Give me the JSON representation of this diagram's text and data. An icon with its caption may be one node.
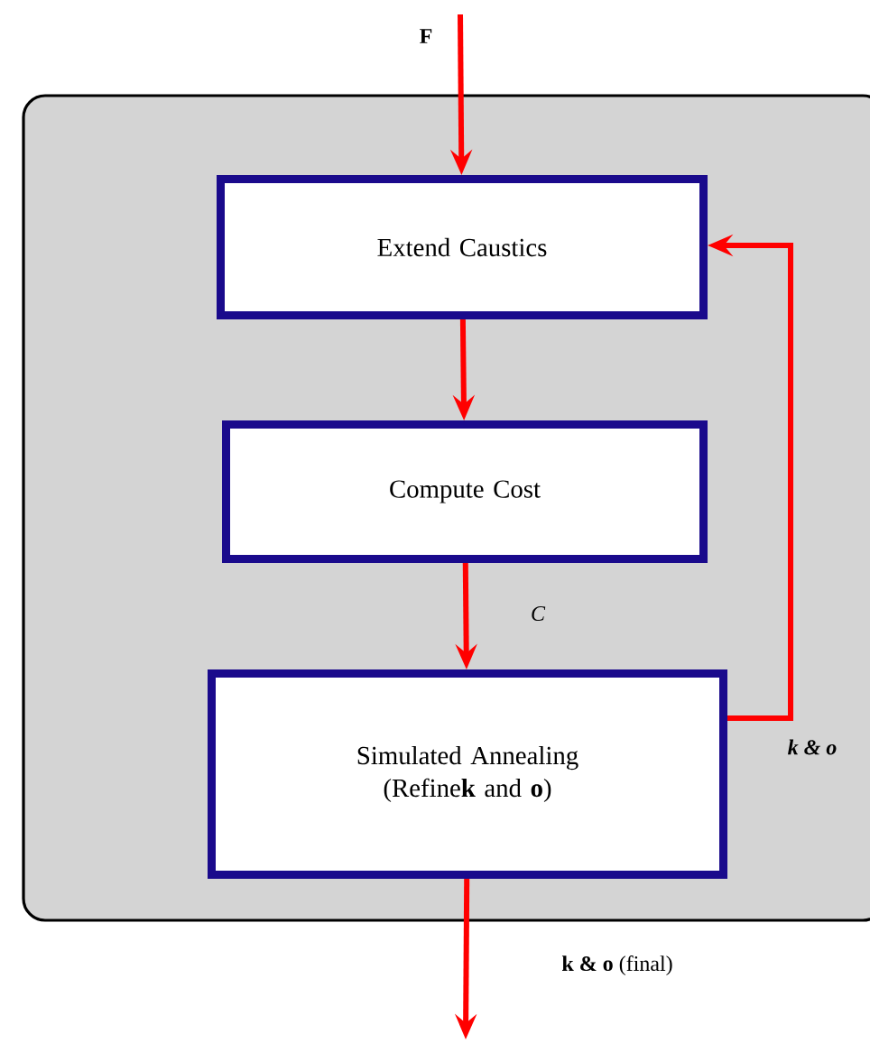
{
  "diagram": {
    "nodes": [
      {
        "text": [],
        "shape": "box"
      },
      {
        "text": [
          "Extend Caustics"
        ],
        "in": 0
      },
      {
        "text": [
          "Compute Cost"
        ],
        "in": 0
      },
      {
        "text": [
          "Simulated Annealing (Refine**k** and **o**)"
        ],
        "in": 0
      }
    ],
    "edges": [
      {
        "from": null,
        "to": 1,
        "arrow": "to",
        "label": "F"
      },
      {
        "from": 1,
        "to": 2,
        "arrow": "to"
      },
      {
        "from": 2,
        "to": 3,
        "arrow": "to",
        "label": "C"
      },
      {
        "from": 3,
        "to": 1,
        "arrow": "to",
        "label": "k & o"
      },
      {
        "from": 3,
        "to": null,
        "arrow": "to",
        "label": "**k & o** (final)"
      }
    ]
  }
}
